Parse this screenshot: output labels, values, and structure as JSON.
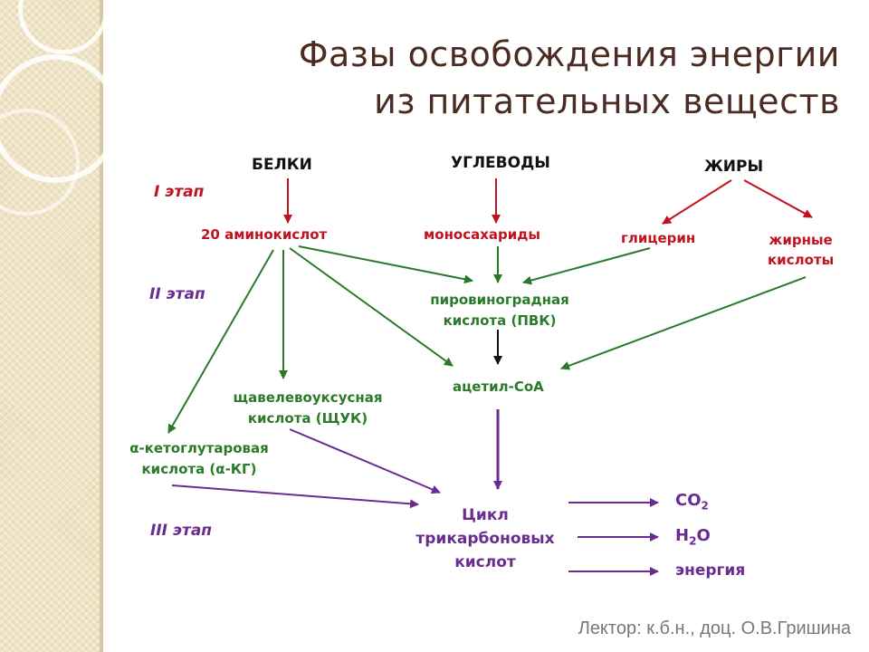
{
  "title": {
    "line1": "Фазы освобождения энергии",
    "line2": "из питательных веществ"
  },
  "stages": {
    "i": "I этап",
    "ii": "II этап",
    "iii": "III этап"
  },
  "sources": {
    "proteins": "БЕЛКИ",
    "carbs": "УГЛЕВОДЫ",
    "fats": "ЖИРЫ"
  },
  "stage1_products": {
    "amino_acids": "20 аминокислот",
    "monosaccharides": "моносахариды",
    "glycerol": "глицерин",
    "fatty_acids_line1": "жирные",
    "fatty_acids_line2": "кислоты"
  },
  "stage2_products": {
    "pyruvate_line1": "пировиноградная",
    "pyruvate_line2": "кислота (ПВК)",
    "acetyl_coa": "ацетил-СоА",
    "oxaloacetate_line1": "щавелевоуксусная",
    "oxaloacetate_line2": "кислота (ЩУК)",
    "ketoglutarate_line1": "α-кетоглутаровая",
    "ketoglutarate_line2": "кислота (α-КГ)"
  },
  "cycle": {
    "line1": "Цикл",
    "line2": "трикарбоновых",
    "line3": "кислот"
  },
  "outputs": {
    "co2_main": "CO",
    "co2_sub": "2",
    "h2o_main1": "H",
    "h2o_sub": "2",
    "h2o_main2": "O",
    "energy": "энергия"
  },
  "footer": "Лектор: к.б.н., доц. О.В.Гришина",
  "colors": {
    "title": "#4b2b22",
    "red": "#c1121f",
    "green": "#2a7a2a",
    "purple": "#6a2c91",
    "black": "#111111"
  }
}
